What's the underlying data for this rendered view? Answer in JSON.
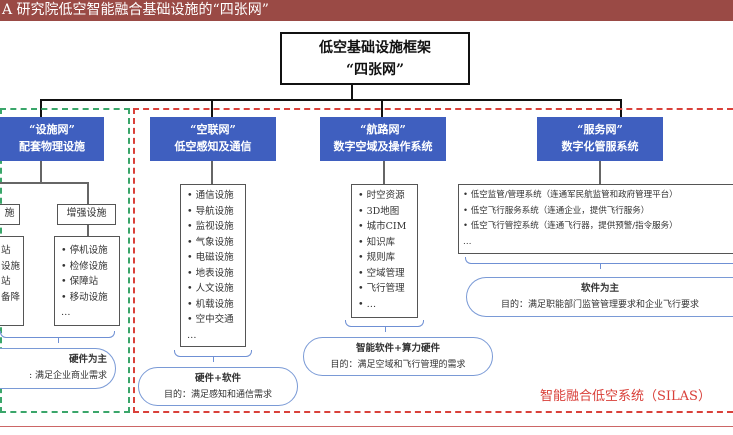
{
  "title": "A 研究院低空智能融合基础设施的“四张网”",
  "root": {
    "line1": "低空基础设施框架",
    "line2": "“四张网”"
  },
  "nets": [
    {
      "name": "“设施网”",
      "desc": "配套物理设施"
    },
    {
      "name": "“空联网”",
      "desc": "低空感知及通信"
    },
    {
      "name": "“航路网”",
      "desc": "数字空域及操作系统"
    },
    {
      "name": "“服务网”",
      "desc": "数字化管服系统"
    }
  ],
  "facility": {
    "left_sub": "施",
    "left_items": [
      "站",
      "设施",
      "站",
      "备降"
    ],
    "right_sub": "增强设施",
    "right_items": [
      "• 停机设施",
      "• 检修设施",
      "• 保障站",
      "• 移动设施",
      "…"
    ],
    "oval_title": "硬件为主",
    "oval_text": ": 满足企业商业需求"
  },
  "airlink": {
    "items": [
      "• 通信设施",
      "• 导航设施",
      "• 监视设施",
      "• 气象设施",
      "• 电磁设施",
      "• 地表设施",
      "• 人文设施",
      "• 机载设施",
      "• 空中交通",
      "…"
    ],
    "oval_title": "硬件+软件",
    "oval_text": "目的：满足感知和通信需求"
  },
  "route": {
    "items": [
      "• 时空资源",
      "• 3D地图",
      "• 城市CIM",
      "• 知识库",
      "• 规则库",
      "• 空域管理",
      "• 飞行管理",
      "• …"
    ],
    "oval_title": "智能软件+算力硬件",
    "oval_text": "目的：满足空域和飞行管理的需求"
  },
  "service": {
    "items": [
      "• 低空监管/管理系统（连通军民航监管和政府管理平台）",
      "• 低空飞行服务系统（连通企业，提供飞行服务）",
      "• 低空飞行管控系统（连通飞行器，提供预警/指令服务）",
      "…"
    ],
    "oval_title": "软件为主",
    "oval_text": "目的：满足职能部门监管管理要求和企业飞行要求"
  },
  "silas_label": "智能融合低空系统（SILAS）",
  "colors": {
    "title_bg": "#9a4a45",
    "net_blue": "#3f5fbf",
    "green_dash": "#3aa66a",
    "red_dash": "#d9403a"
  }
}
